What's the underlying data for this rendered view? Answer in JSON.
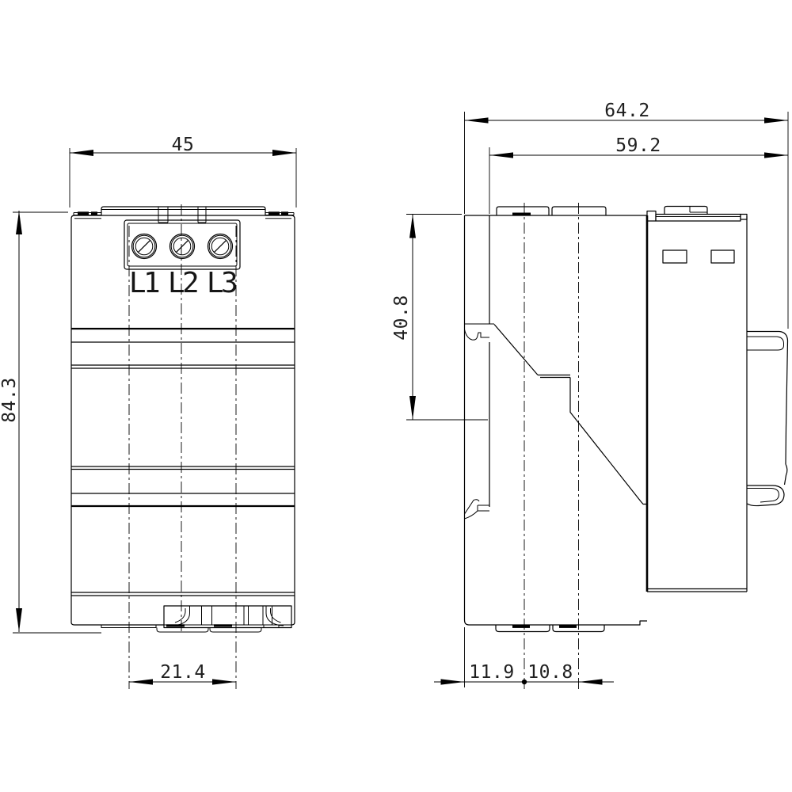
{
  "drawing": {
    "front_view": {
      "terminals": [
        "L1",
        "L2",
        "L3"
      ],
      "dimensions": {
        "overall_width_mm": "45",
        "overall_height_mm": "84.3",
        "terminal_center_span_mm": "21.4"
      }
    },
    "side_view": {
      "dimensions": {
        "overall_depth_mm": "64.2",
        "body_depth_mm": "59.2",
        "upper_body_height_mm": "40.8",
        "foot_front_offset_mm": "11.9",
        "foot_pitch_mm": "10.8"
      }
    },
    "colors": {
      "line": "#000000",
      "dimension_text": "#1f1f1f",
      "background": "#ffffff"
    }
  }
}
